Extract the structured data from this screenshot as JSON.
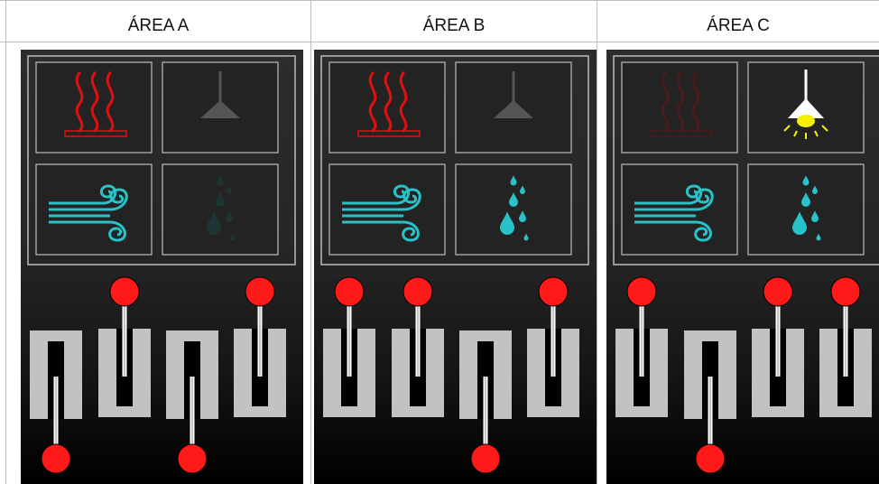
{
  "areas": [
    {
      "title": "ÁREA A",
      "devices": {
        "heater": true,
        "lamp": false,
        "fan": true,
        "sprinkler": false
      },
      "levers": [
        "down",
        "up",
        "down",
        "up"
      ]
    },
    {
      "title": "ÁREA B",
      "devices": {
        "heater": true,
        "lamp": false,
        "fan": true,
        "sprinkler": true
      },
      "levers": [
        "up",
        "up",
        "down",
        "up"
      ]
    },
    {
      "title": "ÁREA C",
      "devices": {
        "heater": false,
        "lamp": true,
        "fan": true,
        "sprinkler": true
      },
      "levers": [
        "up",
        "down",
        "up",
        "up"
      ]
    }
  ],
  "icons": {
    "heater": "heat-waves-icon",
    "lamp": "ceiling-lamp-icon",
    "fan": "wind-icon",
    "sprinkler": "water-drops-icon"
  },
  "colors": {
    "heater_on": "#e01010",
    "heater_off": "#4a1b1b",
    "lamp_on": "#ffffff",
    "lamp_light": "#f5f000",
    "lamp_off": "#555555",
    "water_on": "#27c3c9",
    "water_off": "#1c3533",
    "lever_knob": "#ff1a1a",
    "switch_body": "#c2c2c2"
  }
}
